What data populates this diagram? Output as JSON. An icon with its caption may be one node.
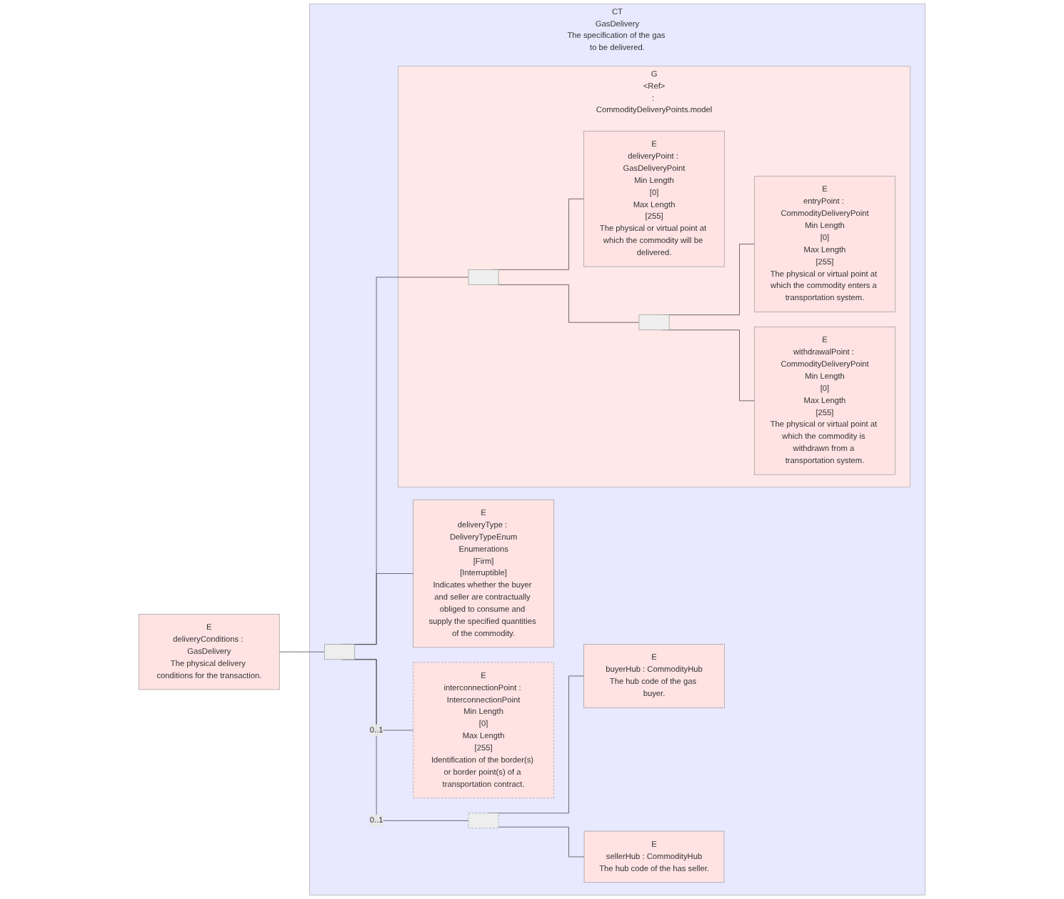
{
  "diagram": {
    "nodes": [
      {
        "text": [
          "E",
          "deliveryConditions : GasDelivery",
          "The physical delivery conditions for the transaction."
        ]
      },
      {
        "text": [
          "CT",
          "GasDelivery",
          "The specification of the gas to be delivered."
        ]
      },
      {
        "text": [],
        "shape": "box",
        "in": 1
      },
      {
        "text": [
          "G",
          "<Ref>",
          ": CommodityDeliveryPoints.model"
        ],
        "in": 1
      },
      {
        "text": [],
        "shape": "box",
        "in": 3
      },
      {
        "text": [
          "E",
          "deliveryPoint : GasDeliveryPoint",
          "Min Length",
          "[0]",
          "Max Length",
          "[255]",
          "The physical or virtual point at which the commodity will be delivered."
        ],
        "in": 3
      },
      {
        "text": [],
        "shape": "box",
        "in": 3
      },
      {
        "text": [
          "E",
          "entryPoint : CommodityDeliveryPoint",
          "Min Length",
          "[0]",
          "Max Length",
          "[255]",
          "The physical or virtual point at which the commodity enters a transportation system."
        ],
        "in": 3
      },
      {
        "text": [
          "E",
          "withdrawalPoint : CommodityDeliveryPoint",
          "Min Length",
          "[0]",
          "Max Length",
          "[255]",
          "The physical or virtual point at which the commodity is withdrawn from a transportation system."
        ],
        "in": 3
      },
      {
        "text": [
          "E",
          "deliveryType : DeliveryTypeEnum",
          "Enumerations",
          "[Firm]",
          "[Interruptible]",
          "Indicates whether the buyer and seller are contractually obliged to consume and supply the specified quantities of the commodity."
        ],
        "in": 1
      },
      {
        "text": [
          "E",
          "interconnectionPoint : InterconnectionPoint",
          "Min Length",
          "[0]",
          "Max Length",
          "[255]",
          "Identification of the border(s) or border point(s) of a transportation contract."
        ],
        "in": 1
      },
      {
        "text": [],
        "shape": "box",
        "in": 1
      },
      {
        "text": [
          "E",
          "buyerHub : CommodityHub",
          "The hub code of the gas buyer."
        ],
        "in": 1
      },
      {
        "text": [
          "E",
          "sellerHub : CommodityHub",
          "The hub code of the has seller."
        ],
        "in": 1
      }
    ],
    "edges": [
      {
        "from": 0,
        "to": 2,
        "arrow": "none"
      },
      {
        "from": 2,
        "to": 4,
        "arrow": "none"
      },
      {
        "from": 4,
        "to": 5,
        "arrow": "none"
      },
      {
        "from": 4,
        "to": 6,
        "arrow": "none"
      },
      {
        "from": 6,
        "to": 7,
        "arrow": "none"
      },
      {
        "from": 6,
        "to": 8,
        "arrow": "none"
      },
      {
        "from": 2,
        "to": 9,
        "arrow": "none"
      },
      {
        "from": 2,
        "to": 10,
        "label": "0..1",
        "arrow": "none"
      },
      {
        "from": 2,
        "to": 11,
        "label": "0..1",
        "arrow": "none"
      },
      {
        "from": 11,
        "to": 12,
        "arrow": "none"
      },
      {
        "from": 11,
        "to": 13,
        "arrow": "none"
      }
    ]
  }
}
